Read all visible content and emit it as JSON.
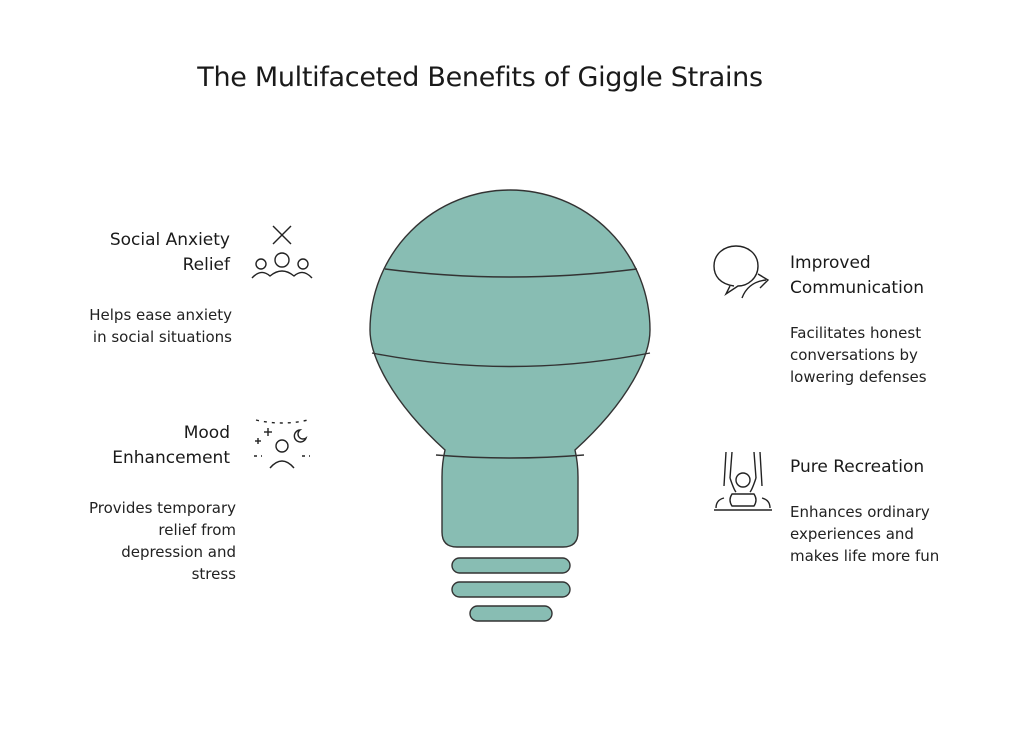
{
  "title": "The Multifaceted Benefits of Giggle Strains",
  "colors": {
    "bulb_fill": "#88bdb3",
    "stroke": "#333333"
  },
  "benefits": [
    {
      "heading_lines": [
        "Social Anxiety",
        "Relief"
      ],
      "description_lines": [
        "Helps ease anxiety",
        "in social situations"
      ],
      "icon": "group-people-icon"
    },
    {
      "heading_lines": [
        "Mood",
        "Enhancement"
      ],
      "description_lines": [
        "Provides temporary",
        "relief from",
        "depression and",
        "stress"
      ],
      "icon": "mood-stars-moon-icon"
    },
    {
      "heading_lines": [
        "Improved",
        "Communication"
      ],
      "description_lines": [
        "Facilitates honest",
        "conversations by",
        "lowering defenses"
      ],
      "icon": "speech-bubble-arrow-icon"
    },
    {
      "heading_lines": [
        "Pure Recreation"
      ],
      "description_lines": [
        "Enhances ordinary",
        "experiences and",
        "makes life more fun"
      ],
      "icon": "swing-person-icon"
    }
  ]
}
